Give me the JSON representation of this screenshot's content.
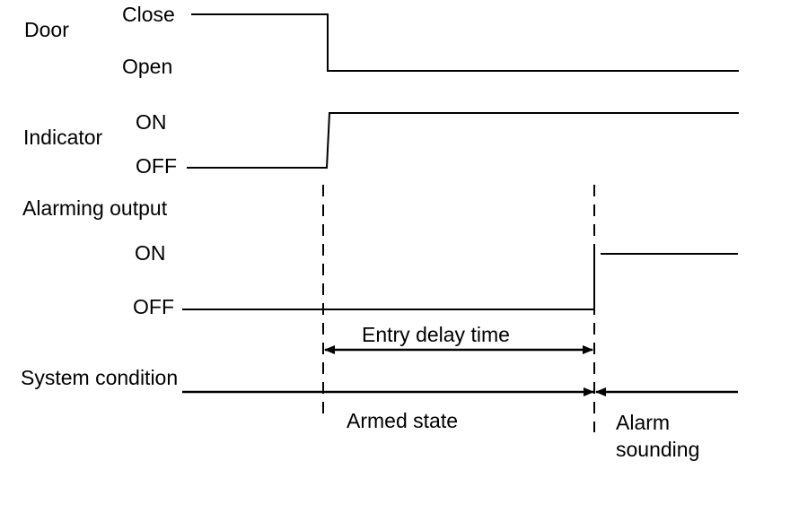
{
  "signals": {
    "door": {
      "label": "Door",
      "high_state": "Close",
      "low_state": "Open"
    },
    "indicator": {
      "label": "Indicator",
      "high_state": "ON",
      "low_state": "OFF"
    },
    "alarming_output": {
      "label": "Alarming output",
      "high_state": "ON",
      "low_state": "OFF"
    },
    "system_condition": {
      "label": "System condition"
    }
  },
  "annotations": {
    "entry_delay": "Entry delay time",
    "armed_state": "Armed state",
    "alarm_sounding_line1": "Alarm",
    "alarm_sounding_line2": "sounding"
  }
}
